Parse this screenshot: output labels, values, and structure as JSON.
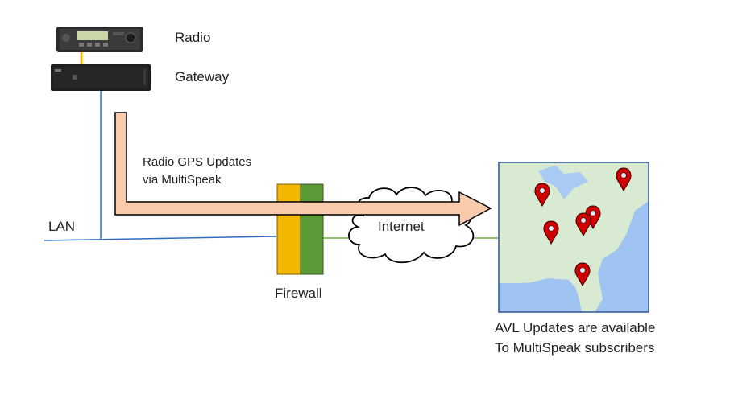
{
  "devices": {
    "radio_label": "Radio",
    "gateway_label": "Gateway"
  },
  "flow": {
    "line1": "Radio GPS Updates",
    "line2": "via MultiSpeak"
  },
  "network": {
    "lan_label": "LAN",
    "firewall_label": "Firewall",
    "internet_label": "Internet"
  },
  "avl": {
    "line1": "AVL Updates are available",
    "line2": "To MultiSpeak subscribers"
  },
  "colors": {
    "lan_line": "#2e6cc4",
    "wan_line": "#70ad47",
    "firewall_left": "#f2b800",
    "firewall_right": "#5b9b37",
    "arrow_fill": "#f8cbad",
    "map_border": "#2f5597",
    "pin": "#d10000"
  },
  "icons": [
    "radio-device-icon",
    "gateway-device-icon",
    "firewall-icon",
    "internet-cloud-icon",
    "map-pin-icon"
  ]
}
